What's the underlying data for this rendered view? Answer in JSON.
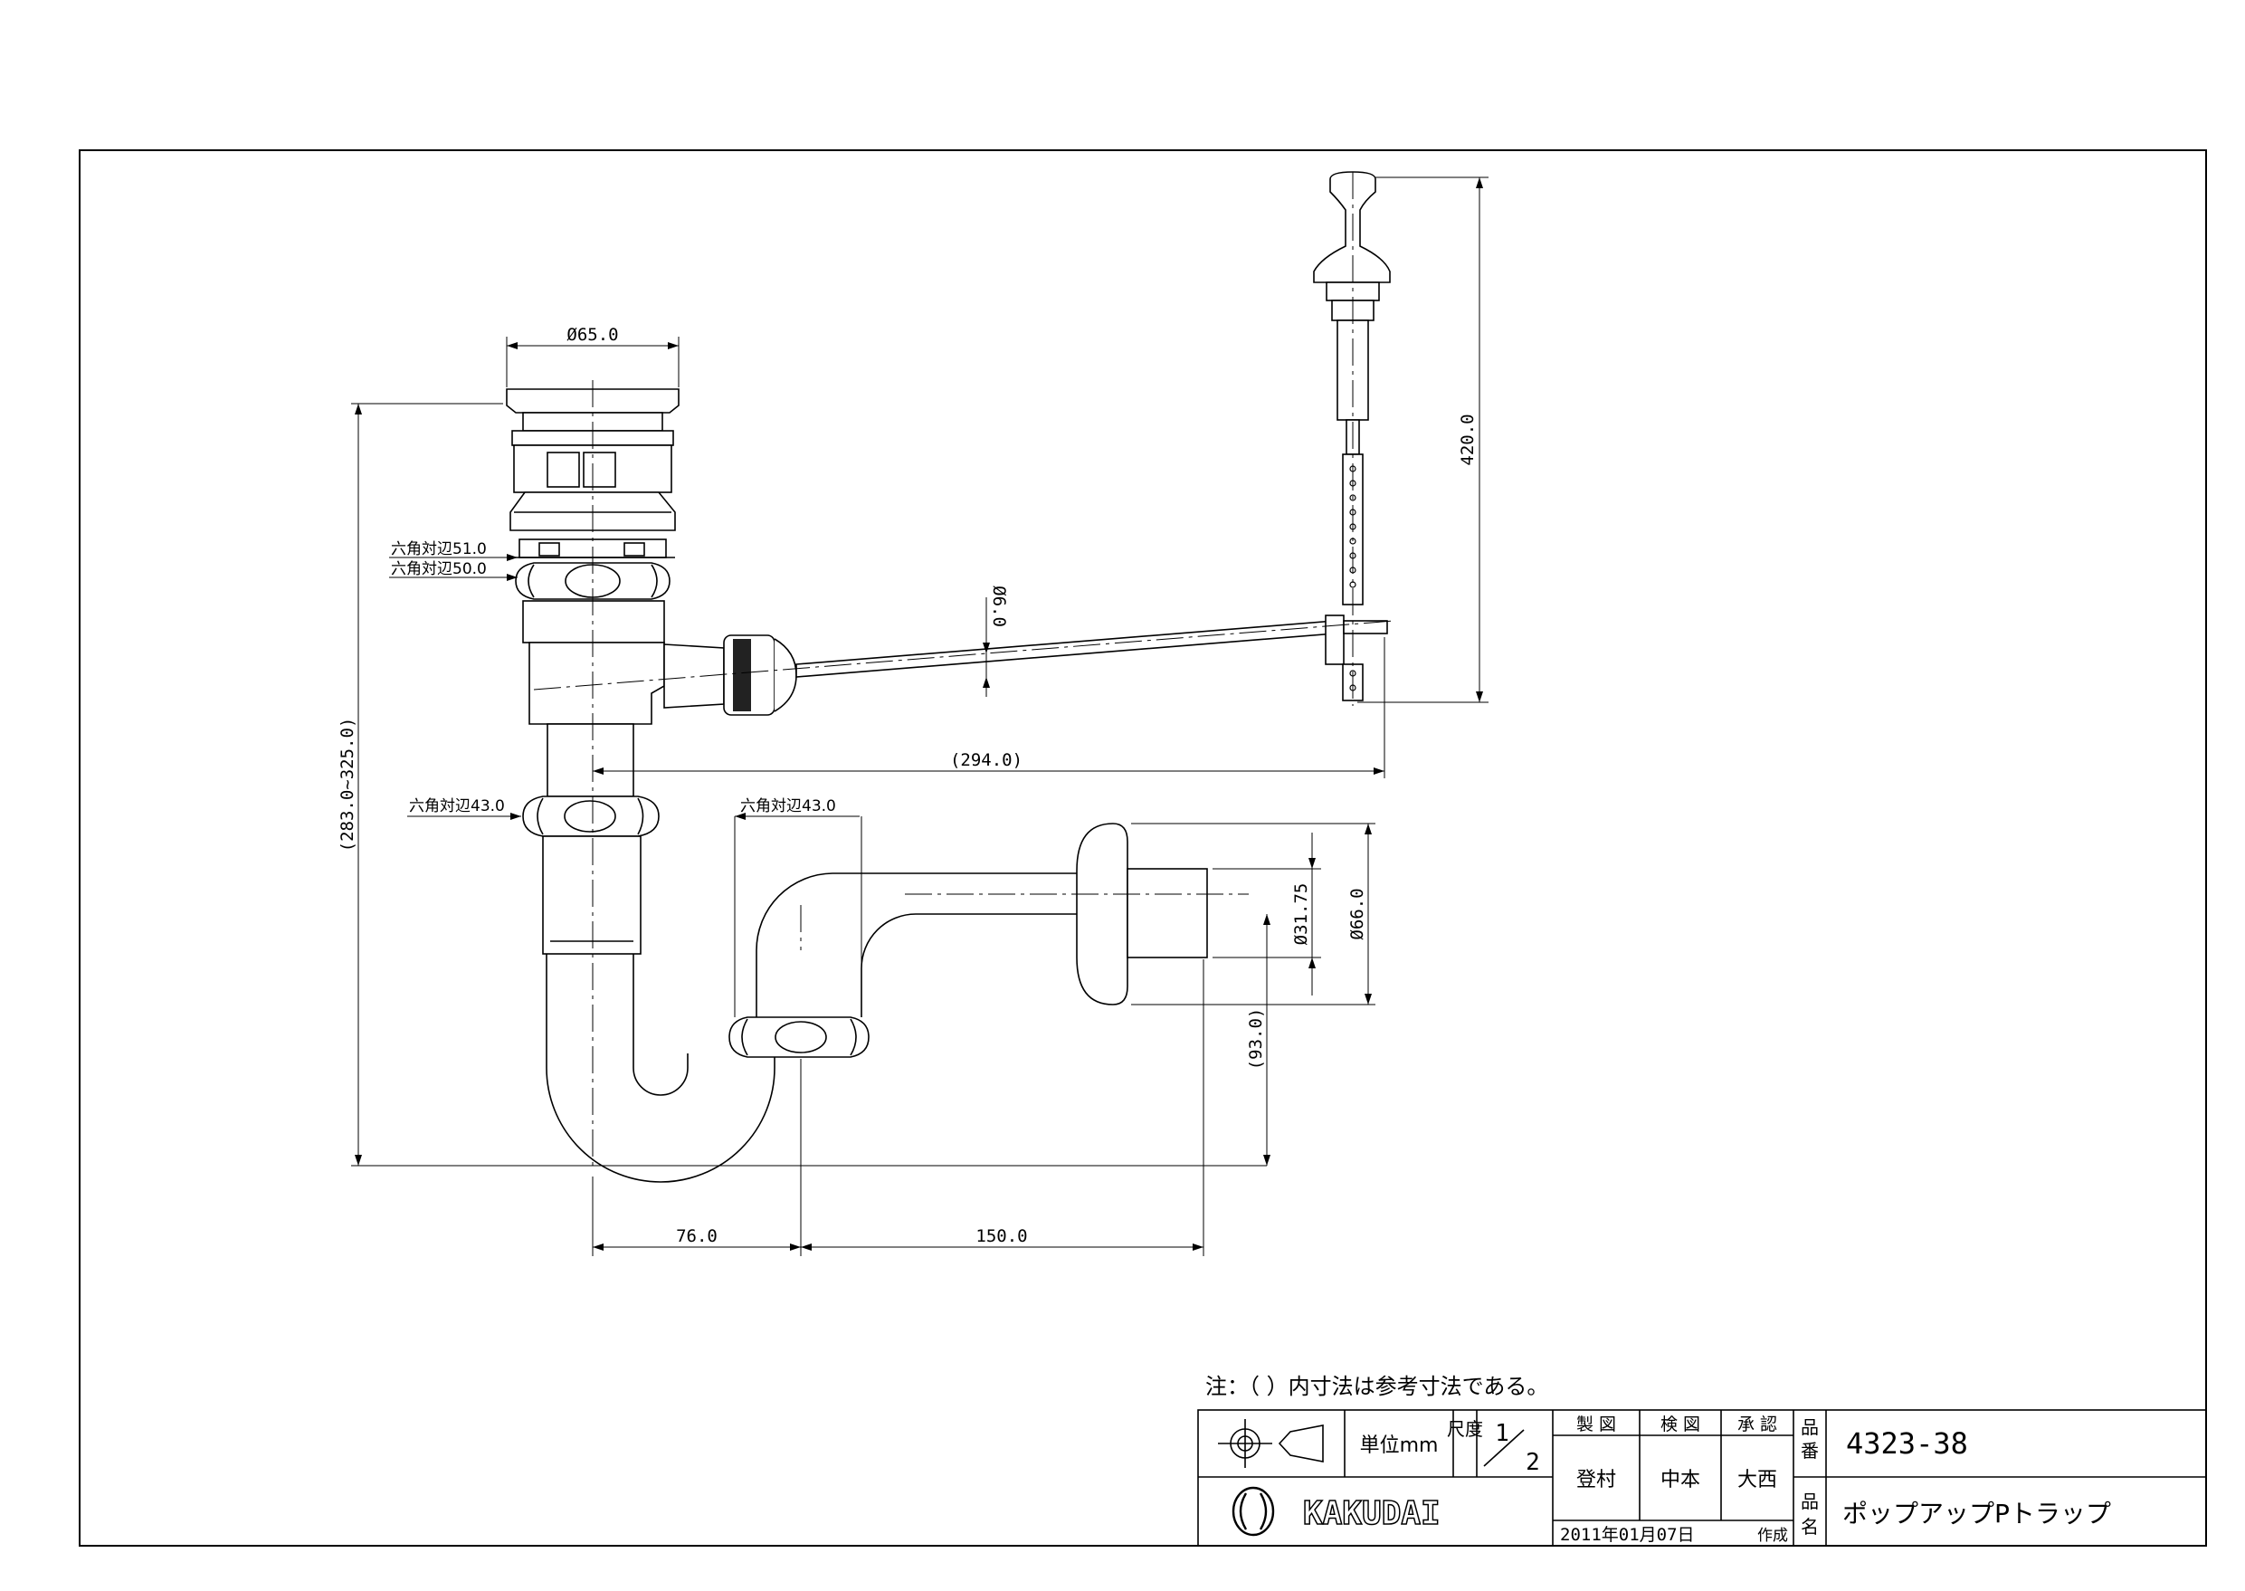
{
  "dimensions": {
    "cap_dia": "Ø65.0",
    "hex_51": "六角対辺51.0",
    "hex_50": "六角対辺50.0",
    "hex_43_left": "六角対辺43.0",
    "hex_43_right": "六角対辺43.0",
    "total_height": "(283.0~325.0)",
    "rod_dia": "Ø6.0",
    "rod_length": "(294.0)",
    "lift_height": "420.0",
    "pipe_dia": "Ø31.75",
    "flange_dia": "Ø66.0",
    "trap_height": "(93.0)",
    "offset_76": "76.0",
    "offset_150": "150.0"
  },
  "note": "注：（ ）内寸法は参考寸法である。",
  "title_block": {
    "unit_label": "単位mm",
    "scale_label": "尺度",
    "scale_num": "1",
    "scale_den": "2",
    "header_drawn": "製 図",
    "header_checked": "検 図",
    "header_approved": "承 認",
    "name_drawn": "登村",
    "name_checked": "中本",
    "name_approved": "大西",
    "part_no_label_1": "品",
    "part_no_label_2": "番",
    "part_no": "4323-38",
    "part_name_label_1": "品",
    "part_name_label_2": "名",
    "part_name": "ポップアップPトラップ",
    "date": "2011年01月07日",
    "date_suffix": "作成",
    "company": "KAKUDAI"
  }
}
